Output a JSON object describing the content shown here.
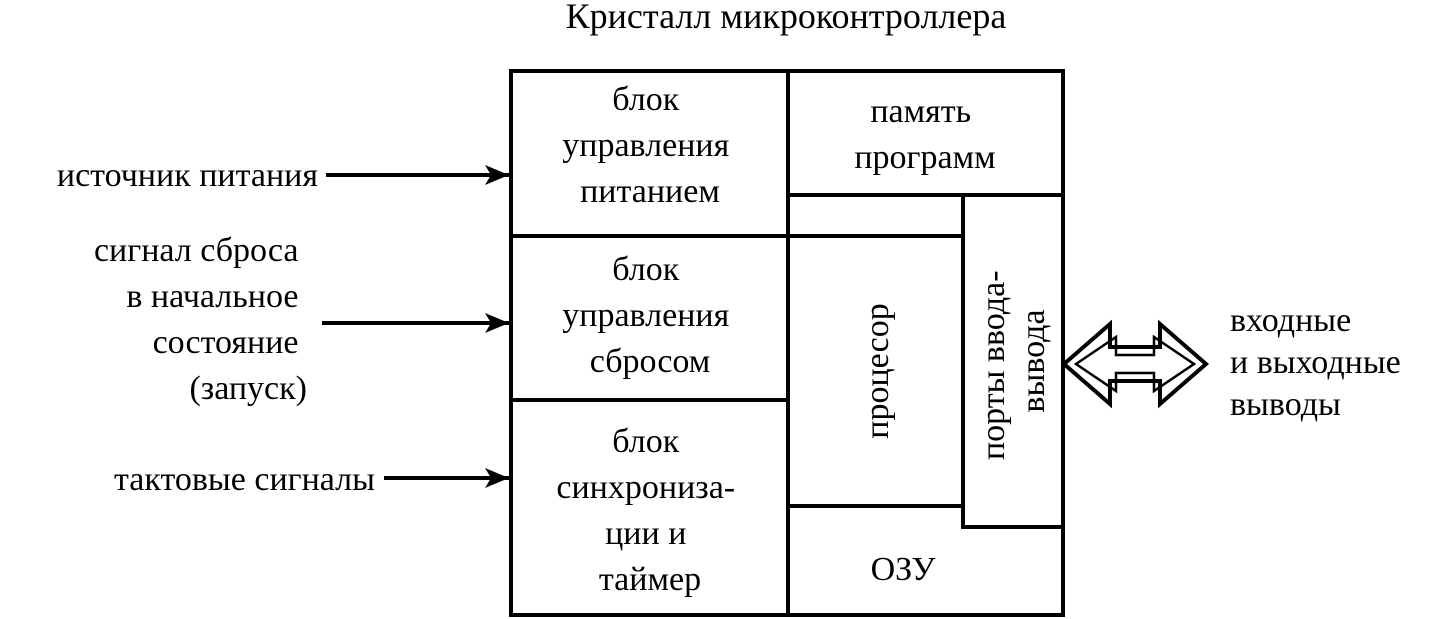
{
  "title": "Кристалл микроконтроллера",
  "blocks": {
    "power": [
      "блок",
      "управления",
      "питанием"
    ],
    "reset": [
      "блок",
      "управления",
      "сбросом"
    ],
    "sync": [
      "блок",
      "синхрониза-",
      "ции и",
      "таймер"
    ],
    "program_memory": [
      "память",
      "программ"
    ],
    "processor": "процесор",
    "io_ports": [
      "порты ввода-",
      "вывода"
    ],
    "ram": "ОЗУ"
  },
  "inputs": {
    "power_supply": [
      "источник питания"
    ],
    "reset_signal": [
      "сигнал сброса",
      "в начальное",
      "состояние",
      "(запуск)"
    ],
    "clock_signals": [
      "тактовые сигналы"
    ]
  },
  "outputs": {
    "io_pins": [
      "входные",
      "и выходные",
      "выводы"
    ]
  }
}
